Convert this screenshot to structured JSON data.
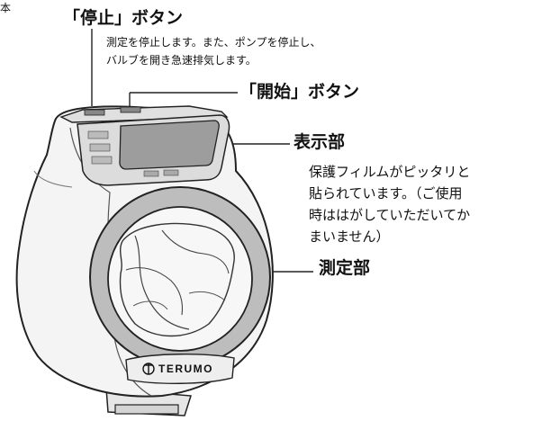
{
  "header_fragment": "本",
  "stop_button": {
    "title": "「停止」ボタン",
    "desc_line1": "測定を停止します。また、ポンプを停止し、",
    "desc_line2": "バルブを開き急速排気します。"
  },
  "start_button": {
    "title": "「開始」ボタン"
  },
  "display": {
    "title": "表示部",
    "desc_lines": [
      "保護フィルムがピッタリと",
      "貼られています。（ご使用",
      "時ははがしていただいてか",
      "まいません）"
    ]
  },
  "measurement": {
    "title": "測定部"
  },
  "device": {
    "brand": "TERUMO",
    "body_color": "#f4f4f4",
    "outline_color": "#222222",
    "cuff_ring_color": "#bdbdbd"
  }
}
